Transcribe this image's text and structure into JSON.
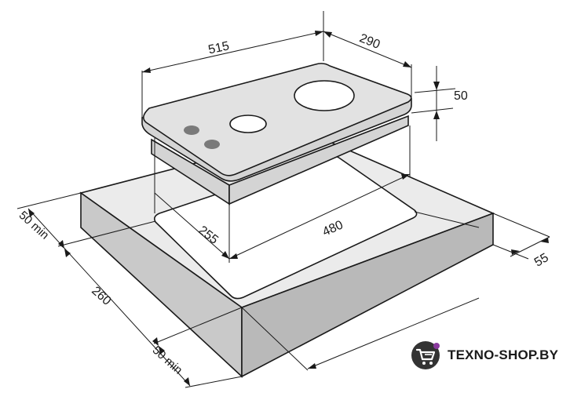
{
  "dimensions": {
    "width": "515",
    "depth": "290",
    "height": "50",
    "cutout_width": "480",
    "cutout_depth": "255",
    "back_clearance": "50 min",
    "side_clearance": "260",
    "front_clearance": "50 min",
    "counter_thickness": "55"
  },
  "watermark": {
    "text": "TEXNO-SHOP.BY"
  },
  "colors": {
    "countertop_top": "#ebebeb",
    "countertop_front": "#c9c9c9",
    "countertop_side": "#b9b9b9",
    "hob_glass": "#e2e2e2",
    "hob_edge": "#d4d4d4",
    "knob": "#7a7a7a",
    "cutout": "#ffffff",
    "logo_dark": "#333333",
    "logo_accent": "#8a3a9e"
  }
}
